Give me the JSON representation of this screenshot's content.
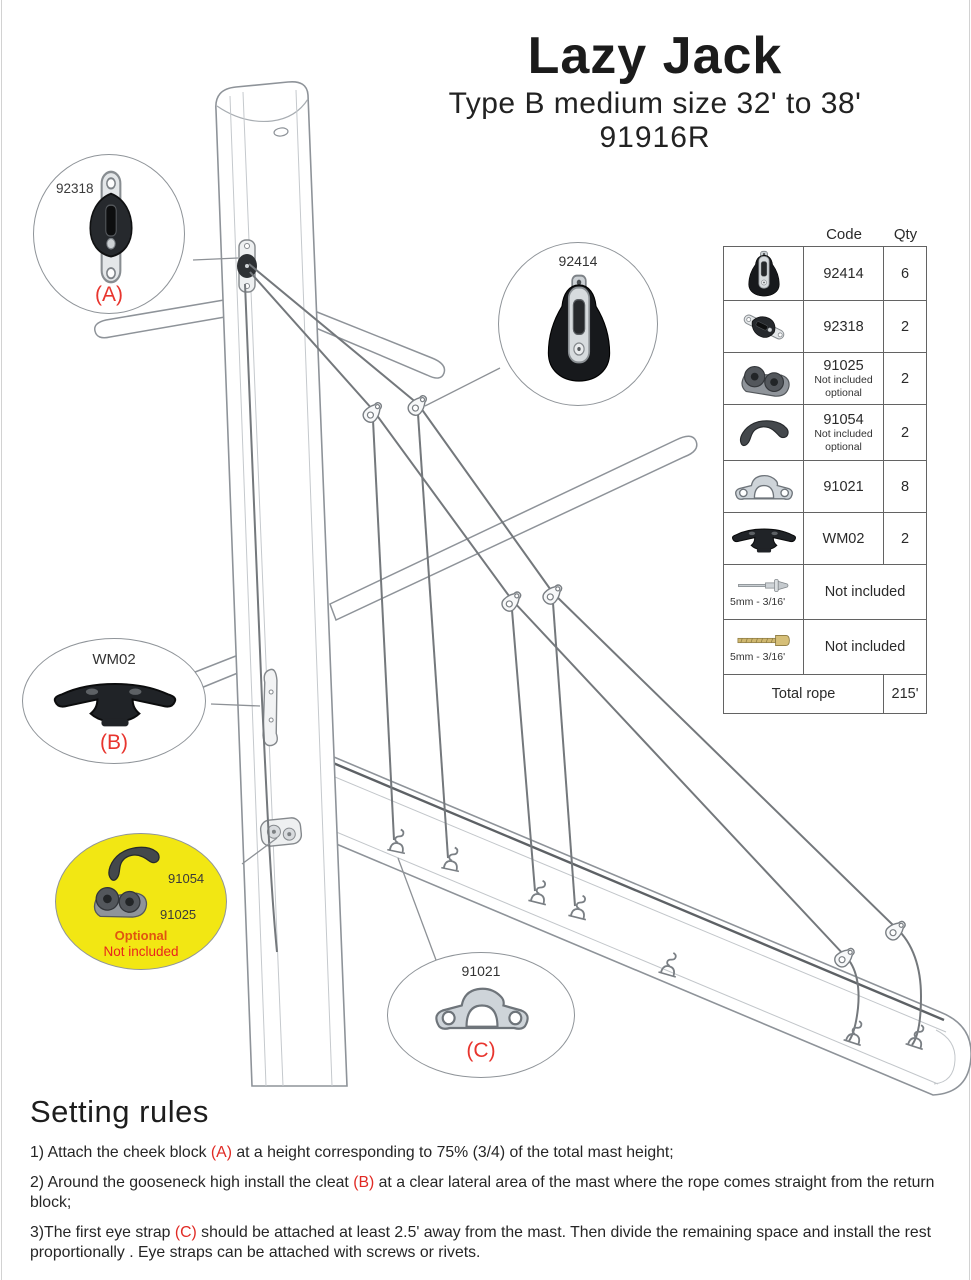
{
  "header": {
    "title": "Lazy Jack",
    "subtitle": "Type B medium size 32' to 38'",
    "model": "91916R"
  },
  "callouts": {
    "a": {
      "code": "92318",
      "ref": "(A)",
      "icon": "cheek-block-icon"
    },
    "block": {
      "code": "92414",
      "icon": "single-block-icon"
    },
    "b": {
      "code": "WM02",
      "ref": "(B)",
      "icon": "horn-cleat-icon"
    },
    "optional": {
      "top_code": "91054",
      "bottom_code": "91025",
      "line1": "Optional",
      "line2": "Not included",
      "icons": [
        "fairlead-icon",
        "cam-cleat-icon"
      ]
    },
    "c": {
      "code": "91021",
      "ref": "(C)",
      "icon": "eye-strap-icon"
    }
  },
  "parts_table": {
    "header": {
      "code": "Code",
      "qty": "Qty"
    },
    "rows": [
      {
        "icon": "single-block-icon",
        "code": "92414",
        "qty": "6"
      },
      {
        "icon": "cheek-block-icon",
        "code": "92318",
        "qty": "2"
      },
      {
        "icon": "cam-cleat-icon",
        "code": "91025",
        "note1": "Not included",
        "note2": "optional",
        "qty": "2"
      },
      {
        "icon": "fairlead-icon",
        "code": "91054",
        "note1": "Not included",
        "note2": "optional",
        "qty": "2"
      },
      {
        "icon": "eye-strap-icon",
        "code": "91021",
        "qty": "8"
      },
      {
        "icon": "horn-cleat-icon",
        "code": "WM02",
        "qty": "2"
      },
      {
        "icon": "rivet-icon",
        "caption": "5mm - 3/16'",
        "merged": "Not included"
      },
      {
        "icon": "screw-icon",
        "caption": "5mm - 3/16'",
        "merged": "Not included"
      },
      {
        "label": "Total rope",
        "qty": "215'"
      }
    ]
  },
  "rules": {
    "heading": "Setting rules",
    "items": [
      {
        "pre": "1) Attach the cheek block ",
        "ref": "(A)",
        "post": " at a height corresponding to 75% (3/4) of the total mast height;"
      },
      {
        "pre": "2) Around the gooseneck high install the cleat ",
        "ref": "(B)",
        "post": "  at a clear lateral area of the mast where the rope comes straight from the return block;"
      },
      {
        "pre": "3)The first eye strap ",
        "ref": "(C)",
        "post": " should be attached at least 2.5' away from the mast. Then divide the remaining space and install the rest proportionally . Eye straps can be attached with screws or rivets."
      }
    ]
  },
  "colors": {
    "accent_red": "#e8352e",
    "highlight_yellow": "#f2e713",
    "line_gray": "#8e9399",
    "ink": "#222222"
  }
}
